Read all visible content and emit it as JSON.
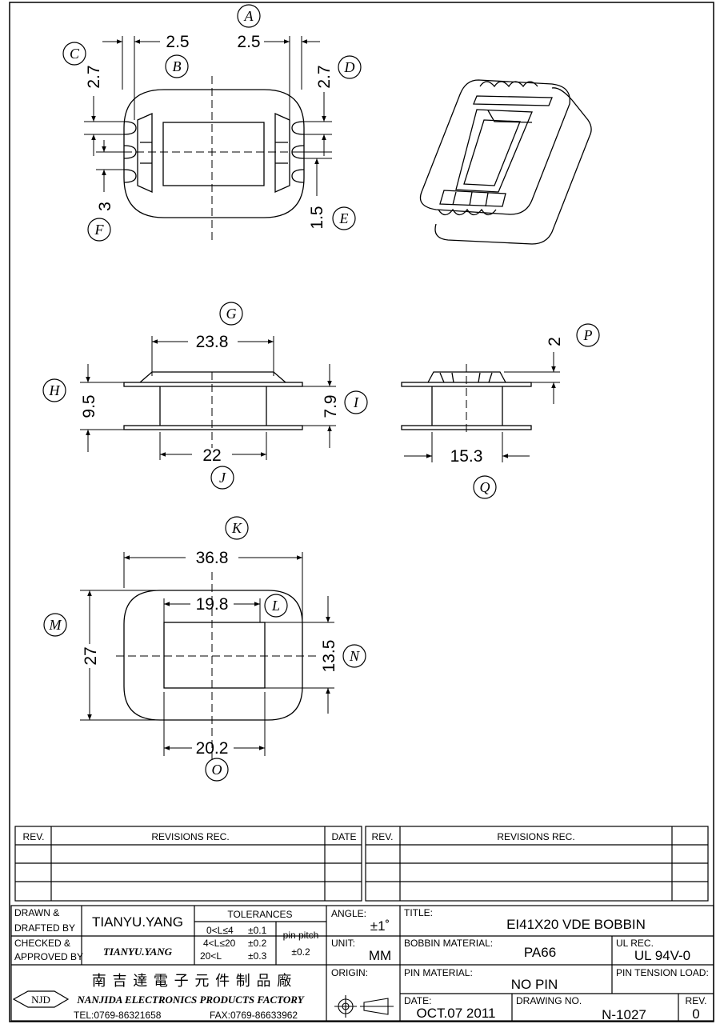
{
  "dimensions": {
    "a_left": "2.5",
    "a_right": "2.5",
    "c": "2.7",
    "d": "2.7",
    "e": "1.5",
    "f": "3",
    "g": "23.8",
    "h": "9.5",
    "i": "7.9",
    "j": "22",
    "p": "2",
    "q": "15.3",
    "k": "36.8",
    "l": "19.8",
    "m": "27",
    "n": "13.5",
    "o": "20.2"
  },
  "callouts": [
    "A",
    "B",
    "C",
    "D",
    "E",
    "F",
    "G",
    "H",
    "I",
    "J",
    "K",
    "L",
    "M",
    "N",
    "O",
    "P",
    "Q"
  ],
  "revisions": {
    "rev_header": "REV.",
    "records_header": "REVISIONS  REC.",
    "date_header": "DATE",
    "rev_header_2": "REV.",
    "records_header_2": "REVISIONS  REC."
  },
  "title_block": {
    "drawn_label_1": "DRAWN  &",
    "drawn_label_2": "DRAFTED  BY",
    "drawn_by": "TIANYU.YANG",
    "checked_label_1": "CHECKED  &",
    "checked_label_2": "APPROVED  BY",
    "checked_by": "TIANYU.YANG",
    "tolerances_label": "TOLERANCES",
    "tol_1": "0<L≤4",
    "tol_1_val": "±0.1",
    "tol_2": "4<L≤20",
    "tol_2_val": "±0.2",
    "tol_3": "20<L",
    "tol_3_val": "±0.3",
    "pin_pitch_label": "pin  pitch",
    "pin_pitch_val": "±0.2",
    "angle_label": "ANGLE:",
    "angle_val": "±1˚",
    "unit_label": "UNIT:",
    "unit_val": "MM",
    "origin_label": "ORIGIN:",
    "title_label": "TITLE:",
    "title_val": "EI41X20  VDE  BOBBIN",
    "bobbin_material_label": "BOBBIN  MATERIAL:",
    "bobbin_material_val": "PA66",
    "ul_rec_label": "UL  REC.",
    "ul_rec_val": "UL  94V-0",
    "pin_material_label": "PIN  MATERIAL:",
    "pin_material_val": "NO  PIN",
    "pin_tension_label": "PIN  TENSION  LOAD:",
    "date_label": "DATE:",
    "date_val": "OCT.07  2011",
    "drawing_no_label": "DRAWING  NO.",
    "drawing_no_val": "N-1027",
    "rev_label": "REV.",
    "rev_val": "0",
    "company_cn": "南 吉 達 電 子 元 件 制 品 廠",
    "logo_text": "NJD",
    "company_en": "NANJIDA  ELECTRONICS  PRODUCTS  FACTORY",
    "tel": "TEL:0769-86321658",
    "fax": "FAX:0769-86633962"
  }
}
